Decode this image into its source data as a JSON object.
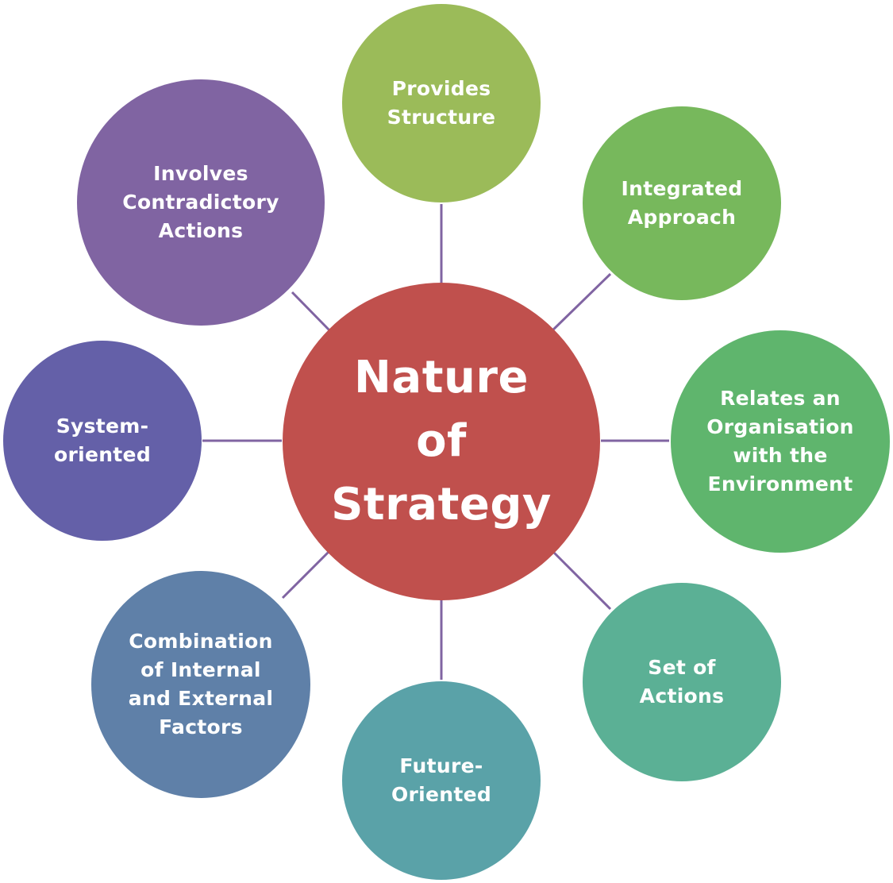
{
  "diagram": {
    "center": {
      "label": "Nature\nof\nStrategy",
      "color": "#c0504d"
    },
    "nodes": [
      {
        "id": "provides-structure",
        "label": "Provides\nStructure",
        "color": "#9bbb59"
      },
      {
        "id": "integrated-approach",
        "label": "Integrated\nApproach",
        "color": "#77b85c"
      },
      {
        "id": "relates-organisation",
        "label": "Relates an\nOrganisation\nwith the\nEnvironment",
        "color": "#5fb56d"
      },
      {
        "id": "set-of-actions",
        "label": "Set of\nActions",
        "color": "#5bb095"
      },
      {
        "id": "future-oriented",
        "label": "Future-\nOriented",
        "color": "#5aa2a8"
      },
      {
        "id": "combination-factors",
        "label": "Combination\nof Internal\nand External\nFactors",
        "color": "#5f80a8"
      },
      {
        "id": "system-oriented",
        "label": "System-\noriented",
        "color": "#6460a8"
      },
      {
        "id": "contradictory-actions",
        "label": "Involves\nContradictory\nActions",
        "color": "#8064a2"
      }
    ],
    "connector_color": "#8064a2"
  }
}
